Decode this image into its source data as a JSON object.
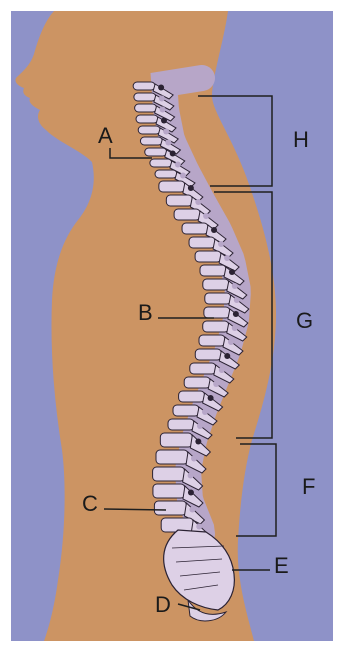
{
  "colors": {
    "background": "#8e92c8",
    "body": "#cc9463",
    "bone": "#ddd0e6",
    "bone_shadow": "#b7a6c8",
    "outline": "#2b2233",
    "line": "#1f1f1f",
    "frame": "#ffffff"
  },
  "labels": {
    "A": "A",
    "B": "B",
    "C": "C",
    "D": "D",
    "E": "E",
    "F": "F",
    "G": "G",
    "H": "H"
  }
}
